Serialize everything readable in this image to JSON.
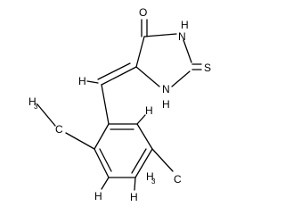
{
  "molecule": {
    "labels": {
      "o": "O",
      "n_top": "N",
      "h_top": "H",
      "s": "S",
      "n_bottom": "N",
      "h_bottom": "H",
      "h_vinyl": "H",
      "h_ring_upper": "H",
      "h_ring_lower": "H",
      "h_ring_bottom": "H",
      "ch3_left_h": "H",
      "ch3_left_c": "C",
      "ch3_left_sub": "3",
      "ch3_right_h": "H",
      "ch3_right_c": "C",
      "ch3_right_sub": "3"
    }
  }
}
